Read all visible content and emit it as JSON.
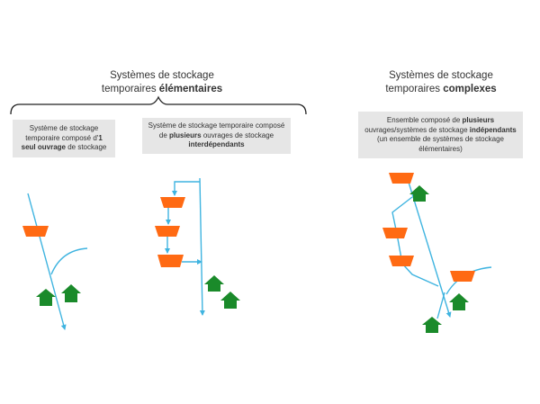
{
  "headings": {
    "elementary": {
      "line1": "Systèmes de stockage",
      "line2_plain": "temporaires ",
      "line2_bold": "élémentaires"
    },
    "complex": {
      "line1": "Systèmes de stockage",
      "line2_plain": "temporaires ",
      "line2_bold": "complexes"
    }
  },
  "boxes": {
    "single": {
      "p1": "Système de stockage temporaire composé d'",
      "b1": "1 seul ouvrage",
      "p2": " de stockage"
    },
    "multiple": {
      "p1": "Système de stockage temporaire composé de ",
      "b1": "plusieurs",
      "p2": " ouvrages de stockage ",
      "b2": "interdépendants"
    },
    "ensemble": {
      "p1": "Ensemble composé de ",
      "b1": "plusieurs",
      "p2": " ouvrages/systèmes de stockage ",
      "b2": "indépendants",
      "p3": " (un ensemble de systèmes de stockage élémentaires)"
    }
  },
  "colors": {
    "flow": "#3fb4e0",
    "storage": "#ff6a13",
    "house": "#1a8a2a",
    "box_bg": "#e6e6e6"
  }
}
